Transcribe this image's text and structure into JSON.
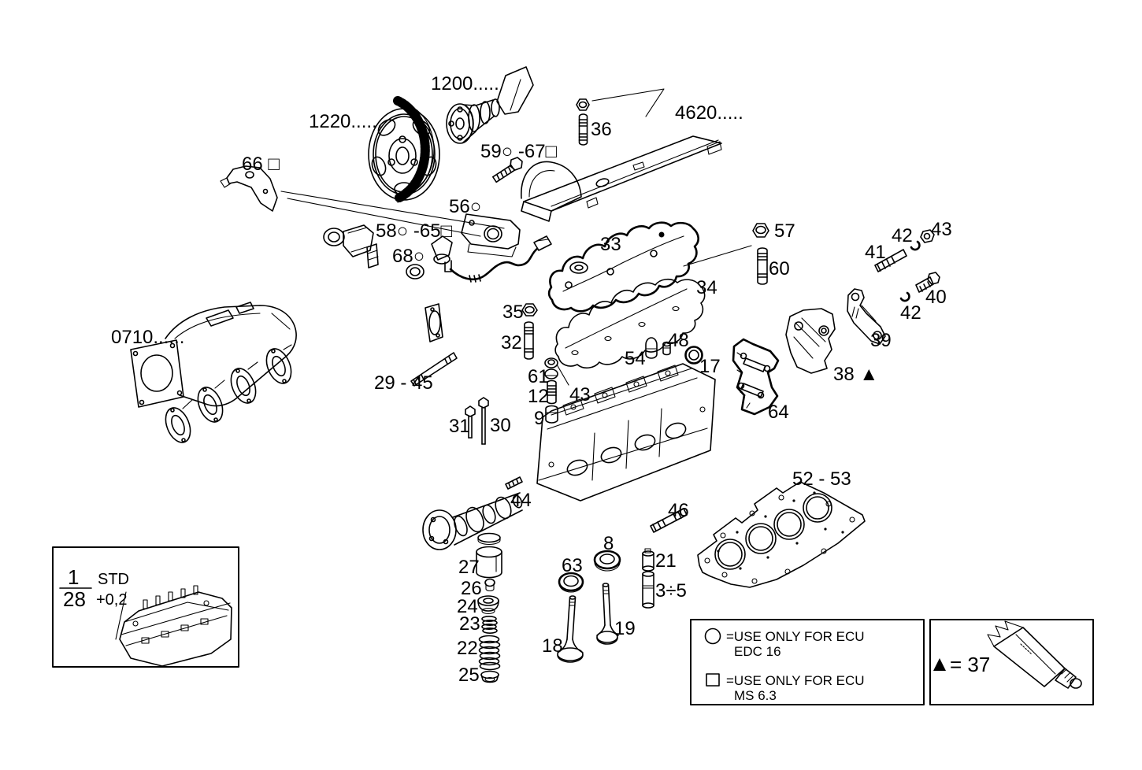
{
  "page": {
    "bg_color": "#ffffff",
    "line_color": "#000000"
  },
  "assemblies": {
    "camshaft_1200": "1200.....",
    "timing_gear_1220": "1220......",
    "intake_manifold_0710": "0710......",
    "head_cover_4620": "4620....."
  },
  "callouts": {
    "n8": "8",
    "n9": "9",
    "n12": "12",
    "n17": "17",
    "n18": "18",
    "n19": "19",
    "n21": "21",
    "n22": "22",
    "n23": "23",
    "n24": "24",
    "n25": "25",
    "n26": "26",
    "n27": "27",
    "n29_45": "29 - 45",
    "n30": "30",
    "n31": "31",
    "n32": "32",
    "n33": "33",
    "n34": "34",
    "n35": "35",
    "n36": "36",
    "n38": "38 ▲",
    "n39": "39",
    "n40": "40",
    "n41": "41",
    "n42a": "42",
    "n42b": "42",
    "n43a": "43",
    "n43b": "43",
    "n44": "44",
    "n46": "46",
    "n48": "48",
    "n52_53": "52 - 53",
    "n54": "54",
    "n56": "56○",
    "n57": "57",
    "n58_65": "58○ -65□",
    "n59_67": "59○ -67□",
    "n60": "60",
    "n61": "61",
    "n63": "63",
    "n64": "64",
    "n66": "66 □",
    "n68": "68○",
    "n3_5": "3÷5"
  },
  "legend": {
    "ecu_box": {
      "circle_rule": {
        "line1": "=USE ONLY FOR ECU",
        "line2": "EDC  16"
      },
      "square_rule": {
        "line1": "=USE ONLY FOR ECU",
        "line2": "MS  6.3"
      }
    },
    "sealant_box": {
      "label": "= 37"
    }
  },
  "inset": {
    "numerator": "1",
    "denominator": "28",
    "upper": "STD",
    "lower": "+0,2"
  }
}
